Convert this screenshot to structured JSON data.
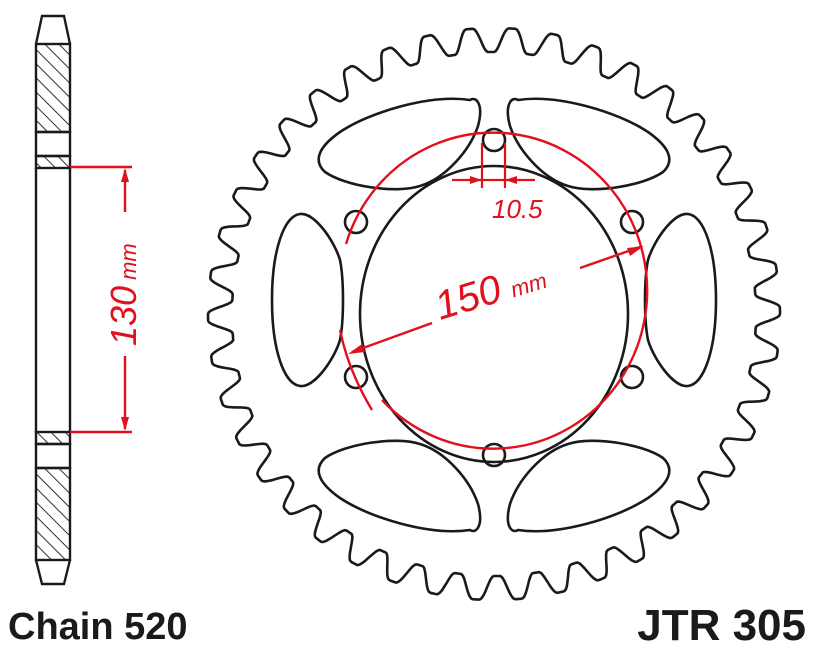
{
  "captions": {
    "chain": "Chain 520",
    "part_number": "JTR 305"
  },
  "dimensions": {
    "bolt_hole_diameter": "10.5",
    "pcd_value": "150",
    "pcd_unit": "mm",
    "hub_width_value": "130",
    "hub_width_unit": "mm"
  },
  "sprocket": {
    "tooth_count": 42,
    "bolt_holes": 6,
    "lightening_windows": 6
  },
  "colors": {
    "outline": "#1a1a1a",
    "dimension": "#e0101e",
    "background": "#ffffff"
  }
}
